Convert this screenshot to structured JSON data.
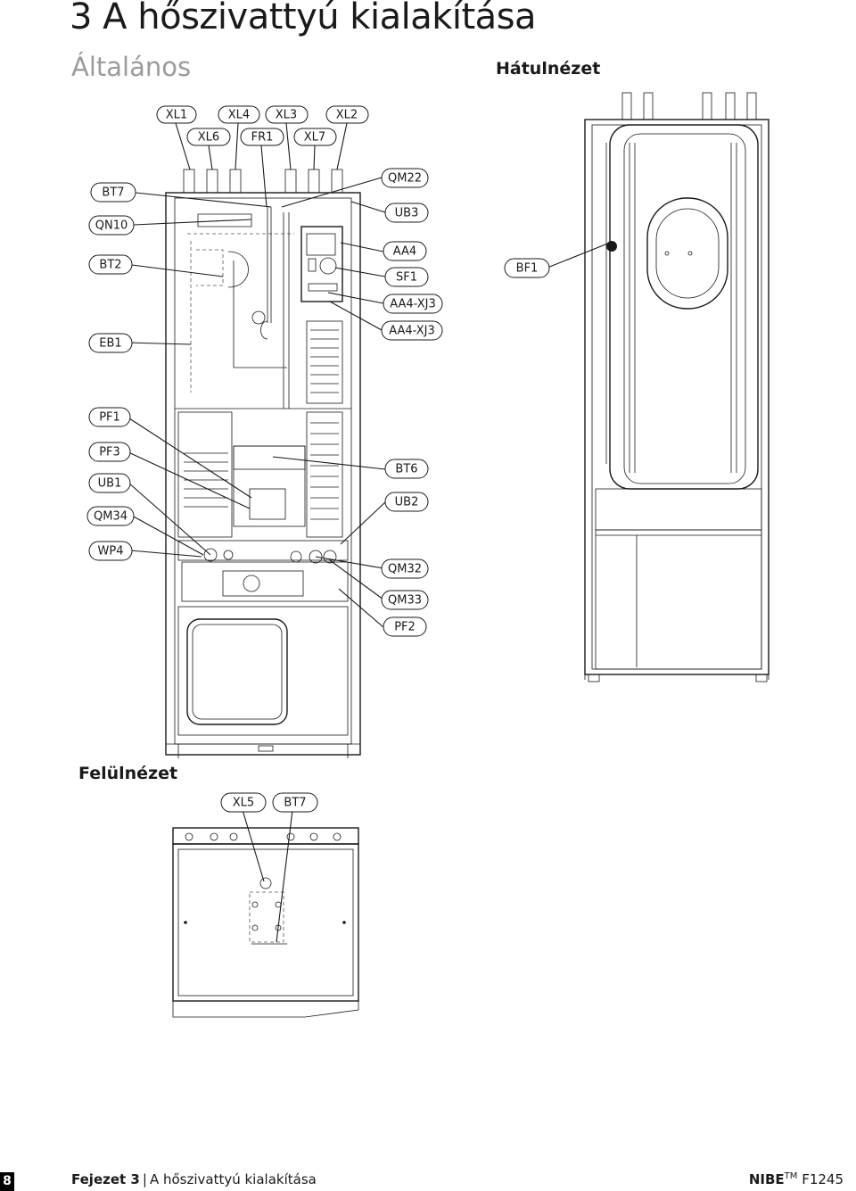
{
  "header": {
    "chapter_title": "3  A hőszivattyú kialakítása",
    "section_title": "Általános"
  },
  "views": {
    "back_view_label": "Hátulnézet",
    "top_view_label": "Felülnézet"
  },
  "labels": {
    "XL1": "XL1",
    "XL4": "XL4",
    "XL3": "XL3",
    "XL2": "XL2",
    "XL6": "XL6",
    "FR1": "FR1",
    "XL7": "XL7",
    "BT7": "BT7",
    "QN10": "QN10",
    "BT2": "BT2",
    "EB1": "EB1",
    "QM22": "QM22",
    "UB3": "UB3",
    "AA4": "AA4",
    "SF1": "SF1",
    "AA4_XJ3_a": "AA4-XJ3",
    "AA4_XJ3_b": "AA4-XJ3",
    "BF1": "BF1",
    "PF1": "PF1",
    "PF3": "PF3",
    "UB1": "UB1",
    "QM34": "QM34",
    "WP4": "WP4",
    "BT6": "BT6",
    "UB2": "UB2",
    "QM32": "QM32",
    "QM33": "QM33",
    "PF2": "PF2",
    "XL5": "XL5",
    "BT7_top": "BT7"
  },
  "footer": {
    "page_number": "8",
    "chapter": "Fejezet 3",
    "separator": "|",
    "section": "A hőszivattyú kialakítása",
    "brand": "NIBE",
    "trademark": "TM",
    "model": "F1245"
  }
}
